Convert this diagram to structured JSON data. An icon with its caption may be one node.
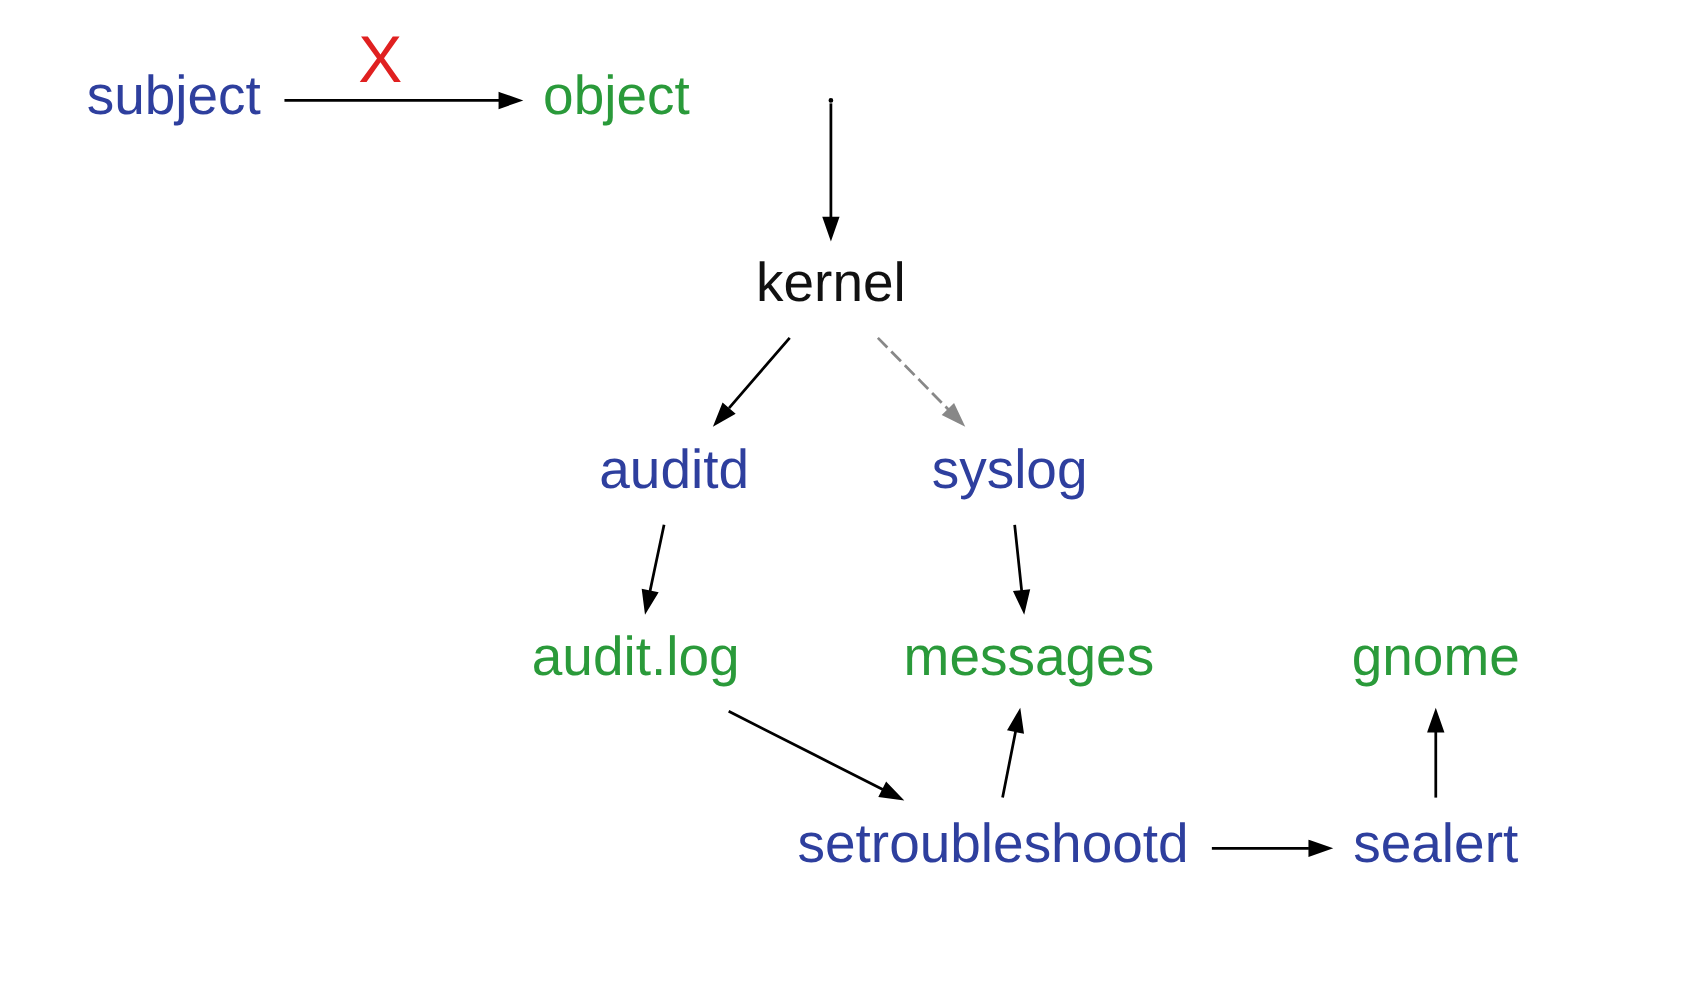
{
  "diagram": {
    "nodes": [
      {
        "text": [
          "subject"
        ]
      },
      {
        "text": [
          "object"
        ]
      },
      {
        "text": [
          "kernel"
        ]
      },
      {
        "text": [
          "auditd"
        ]
      },
      {
        "text": [
          "syslog"
        ]
      },
      {
        "text": [
          "audit.log"
        ]
      },
      {
        "text": [
          "messages"
        ]
      },
      {
        "text": [
          "gnome"
        ]
      },
      {
        "text": [
          "setroubleshootd"
        ]
      },
      {
        "text": [
          "sealert"
        ]
      }
    ],
    "edges": [
      {
        "from": 0,
        "to": 1,
        "arrow": "to",
        "label": "X"
      },
      {
        "from": null,
        "to": 2,
        "arrow": "to"
      },
      {
        "from": 2,
        "to": 3,
        "arrow": "to"
      },
      {
        "from": 2,
        "to": 4,
        "arrow": "to",
        "style": "dashed",
        "color": "#888888"
      },
      {
        "from": 3,
        "to": 5,
        "arrow": "to"
      },
      {
        "from": 4,
        "to": 6,
        "arrow": "to"
      },
      {
        "from": 5,
        "to": 8,
        "arrow": "to"
      },
      {
        "from": 8,
        "to": 6,
        "arrow": "to"
      },
      {
        "from": 8,
        "to": 9,
        "arrow": "to"
      },
      {
        "from": 9,
        "to": 7,
        "arrow": "to"
      }
    ]
  }
}
